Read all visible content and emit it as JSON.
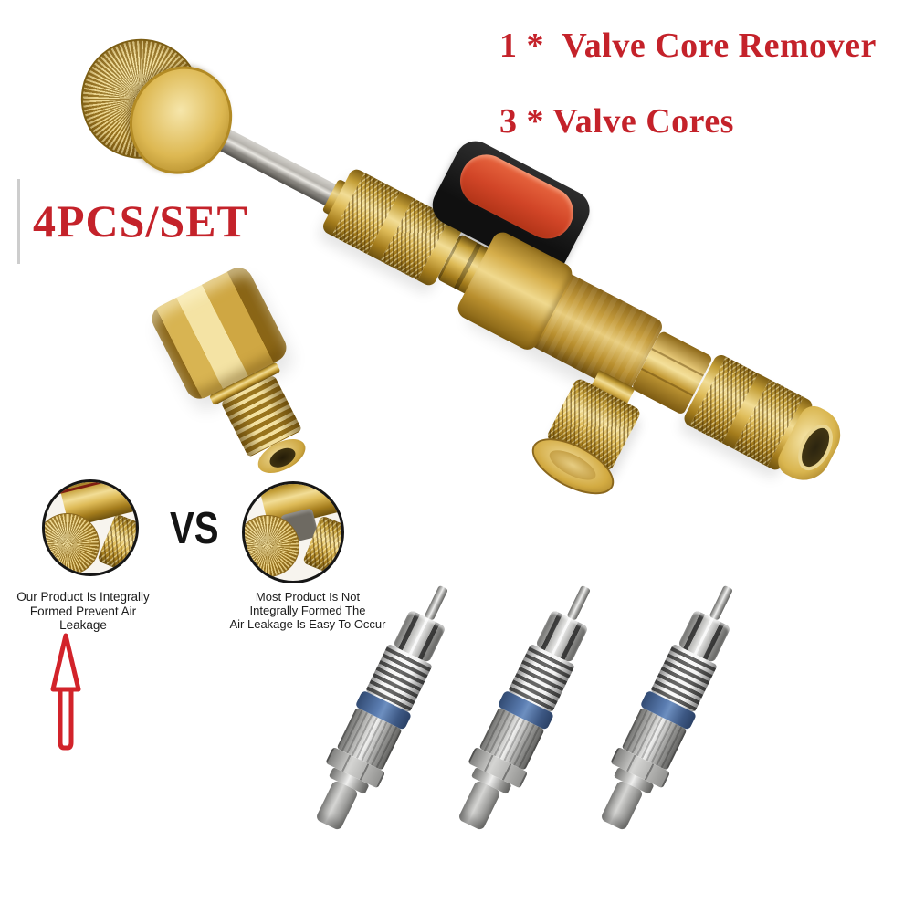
{
  "annotations": {
    "kit_line1": "1 *  Valve Core Remover",
    "kit_line2": "3 * Valve Cores",
    "set_label": "4PCS/SET",
    "vs_label": "VS",
    "left_caption": {
      "line1": "Our Product Is Integrally",
      "line2": "Formed Prevent Air Leakage"
    },
    "right_caption": {
      "line1": "Most Product Is Not",
      "line2": "Integrally Formed The",
      "line3": "Air Leakage Is Easy To Occur"
    }
  },
  "items": {
    "remover_quantity": "1",
    "valve_cores_quantity": "3",
    "pieces_per_set": "4"
  },
  "colors": {
    "annotation_red": "#c4222a",
    "arrow_red": "#d2232a",
    "caption_black": "#1c1c1c",
    "brass_gold": "#d4ab40",
    "steel_gray": "#a7a49d",
    "core_band_blue": "#4a6699",
    "handle_red": "#d14527",
    "handle_black": "#141414"
  }
}
